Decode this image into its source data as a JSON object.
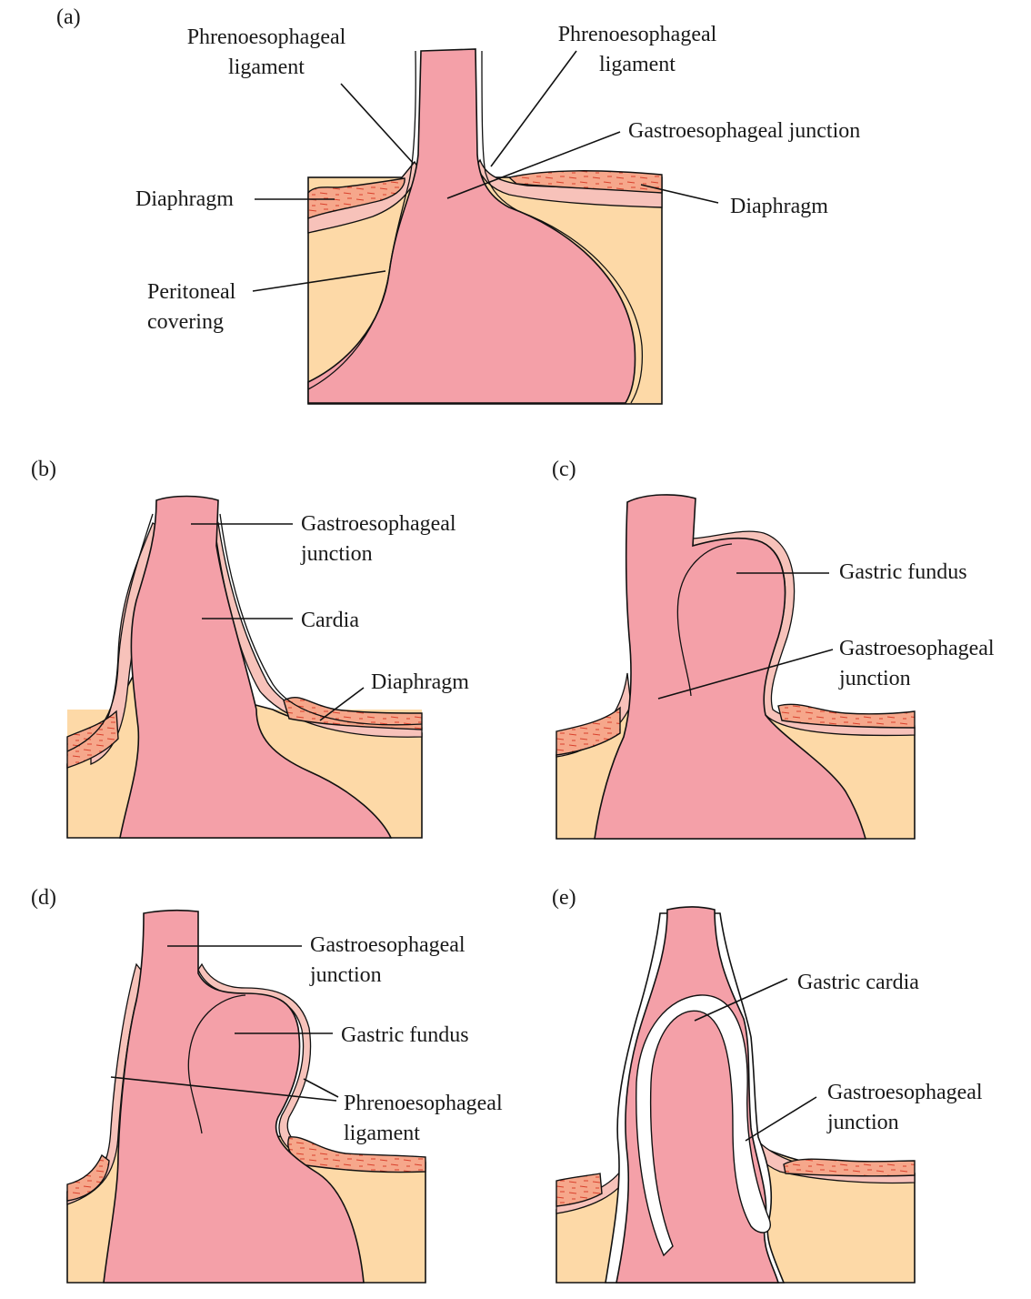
{
  "colors": {
    "stomach": "#f4a0a8",
    "fat": "#fdd9a7",
    "ligament": "#f7c2ba",
    "muscle": "#f6a78b",
    "muscle_fibers": "#d9402c",
    "line": "#111111",
    "serosa": "#ffffff"
  },
  "panels": {
    "a": {
      "tag": "(a)",
      "phreno_left": [
        "Phrenoesophageal",
        "ligament"
      ],
      "phreno_right": [
        "Phrenoesophageal",
        "ligament"
      ],
      "gej": "Gastroesophageal junction",
      "diaphragm_left": "Diaphragm",
      "diaphragm_right": "Diaphragm",
      "peritoneal": [
        "Peritoneal",
        "covering"
      ]
    },
    "b": {
      "tag": "(b)",
      "gej": [
        "Gastroesophageal",
        "junction"
      ],
      "cardia": "Cardia",
      "diaphragm": "Diaphragm"
    },
    "c": {
      "tag": "(c)",
      "fundus": "Gastric fundus",
      "gej": [
        "Gastroesophageal",
        "junction"
      ]
    },
    "d": {
      "tag": "(d)",
      "gej": [
        "Gastroesophageal",
        "junction"
      ],
      "fundus": "Gastric fundus",
      "phreno": [
        "Phrenoesophageal",
        "ligament"
      ]
    },
    "e": {
      "tag": "(e)",
      "cardia": "Gastric cardia",
      "gej": [
        "Gastroesophageal",
        "junction"
      ]
    }
  }
}
